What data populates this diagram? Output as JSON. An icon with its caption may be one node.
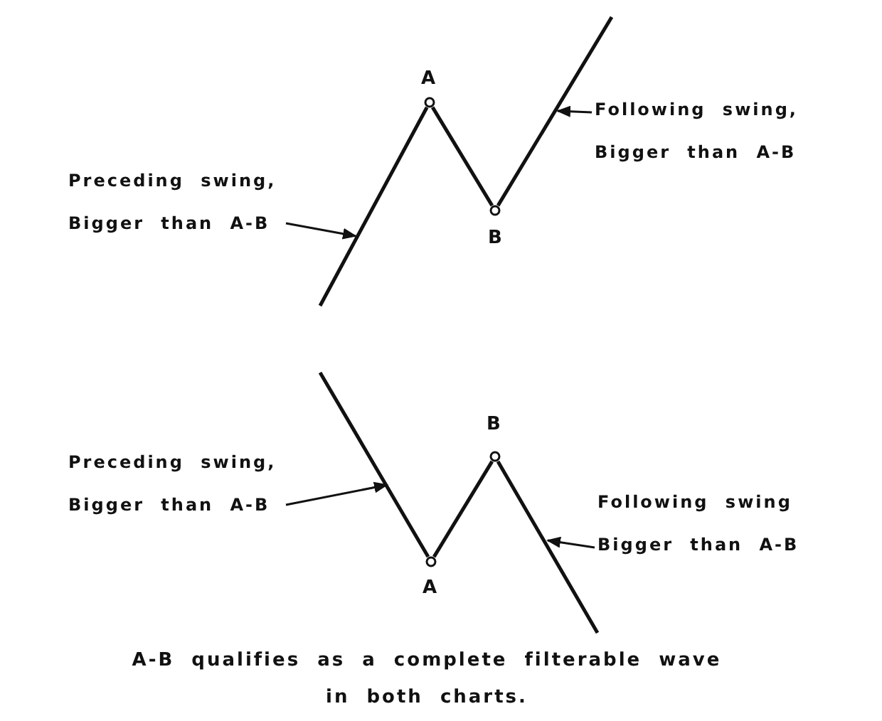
{
  "diagram": {
    "caption": "A-B qualifies as a complete filterable wave in both charts.",
    "nodes": [
      {
        "text": [],
        "shape": "circle",
        "beside": [
          "A"
        ]
      },
      {
        "text": [
          "Following swing, Bigger than A-B"
        ]
      },
      {
        "text": [
          "Preceding swing, Bigger than A-B"
        ]
      },
      {
        "text": [],
        "shape": "circle",
        "beside": [
          "B"
        ]
      },
      {
        "text": [],
        "shape": "circle",
        "beside": [
          "B"
        ]
      },
      {
        "text": [
          "Preceding swing, Bigger than A-B"
        ]
      },
      {
        "text": [
          "Following swing Bigger than A-B"
        ]
      },
      {
        "text": [],
        "shape": "circle",
        "beside": [
          "A"
        ]
      }
    ],
    "edges": [
      {
        "from": null,
        "to": 0,
        "arrow": "none"
      },
      {
        "from": 0,
        "to": 3,
        "arrow": "none"
      },
      {
        "from": 3,
        "to": null,
        "arrow": "none"
      },
      {
        "from": 2,
        "to": null,
        "arrow": "to"
      },
      {
        "from": 1,
        "to": null,
        "arrow": "to"
      },
      {
        "from": null,
        "to": 7,
        "arrow": "none"
      },
      {
        "from": 7,
        "to": 4,
        "arrow": "none"
      },
      {
        "from": 4,
        "to": null,
        "arrow": "none"
      },
      {
        "from": 5,
        "to": null,
        "arrow": "to"
      },
      {
        "from": 6,
        "to": null,
        "arrow": "to"
      }
    ]
  }
}
